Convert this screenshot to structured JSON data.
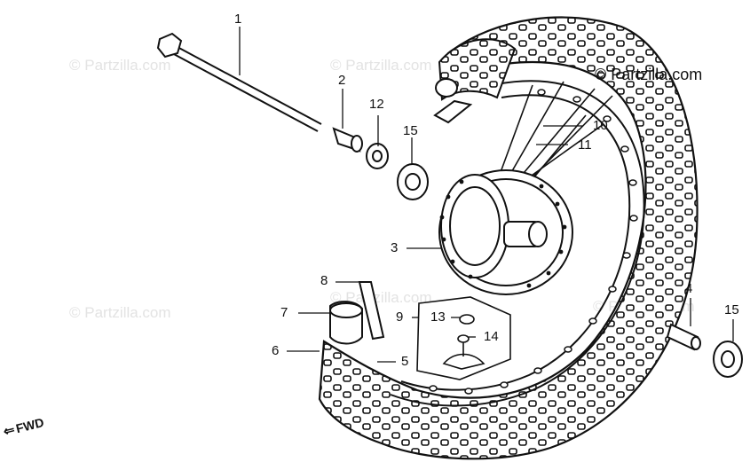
{
  "watermark": "© Partzilla.com",
  "credit": "© Partzilla.com",
  "orientation": {
    "arrow": "⇐",
    "label": "FWD"
  },
  "callouts": [
    {
      "id": "1",
      "label": "1"
    },
    {
      "id": "2",
      "label": "2"
    },
    {
      "id": "12",
      "label": "12"
    },
    {
      "id": "15a",
      "label": "15"
    },
    {
      "id": "10",
      "label": "10"
    },
    {
      "id": "11",
      "label": "11"
    },
    {
      "id": "3",
      "label": "3"
    },
    {
      "id": "8",
      "label": "8"
    },
    {
      "id": "7",
      "label": "7"
    },
    {
      "id": "9",
      "label": "9"
    },
    {
      "id": "13",
      "label": "13"
    },
    {
      "id": "14",
      "label": "14"
    },
    {
      "id": "6",
      "label": "6"
    },
    {
      "id": "5",
      "label": "5"
    },
    {
      "id": "4",
      "label": "4"
    },
    {
      "id": "15b",
      "label": "15"
    }
  ]
}
